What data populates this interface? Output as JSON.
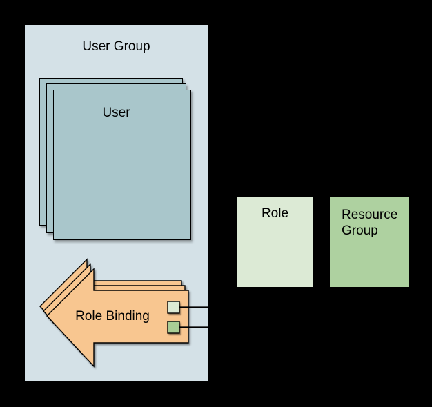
{
  "diagram": {
    "background": "#000000",
    "user_group": {
      "label": "User Group",
      "fill": "#d4e1e7"
    },
    "user": {
      "label": "User",
      "fill": "#a9c6cb",
      "stack_count": 3
    },
    "role_binding": {
      "label": "Role Binding",
      "fill": "#f8c690",
      "stack_count": 3
    },
    "ports": {
      "role_port_fill": "#dcead5",
      "resource_port_fill": "#a9cd95"
    },
    "connector_color": "#000000",
    "role": {
      "label": "Role",
      "fill": "#dcead5"
    },
    "resource_group": {
      "label": "Resource Group",
      "fill": "#aed1a0"
    }
  }
}
